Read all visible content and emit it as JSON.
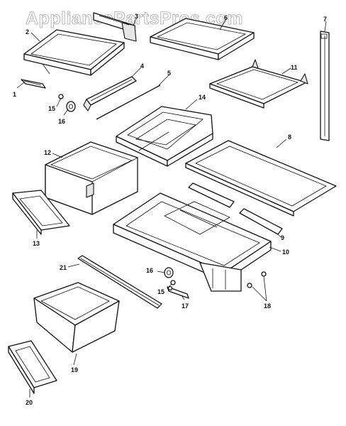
{
  "watermark": "AppliancePartsPros.com",
  "callouts": [
    {
      "id": "c1",
      "text": "1"
    },
    {
      "id": "c2",
      "text": "2"
    },
    {
      "id": "c3",
      "text": "3"
    },
    {
      "id": "c4",
      "text": "4"
    },
    {
      "id": "c5",
      "text": "5"
    },
    {
      "id": "c6",
      "text": "6"
    },
    {
      "id": "c7",
      "text": "7"
    },
    {
      "id": "c8",
      "text": "8"
    },
    {
      "id": "c9",
      "text": "9"
    },
    {
      "id": "c10",
      "text": "10"
    },
    {
      "id": "c11",
      "text": "11"
    },
    {
      "id": "c12",
      "text": "12"
    },
    {
      "id": "c13",
      "text": "13"
    },
    {
      "id": "c14",
      "text": "14"
    },
    {
      "id": "c15a",
      "text": "15"
    },
    {
      "id": "c16a",
      "text": "16"
    },
    {
      "id": "c15b",
      "text": "15"
    },
    {
      "id": "c16b",
      "text": "16"
    },
    {
      "id": "c17",
      "text": "17"
    },
    {
      "id": "c18",
      "text": "18"
    },
    {
      "id": "c19",
      "text": "19"
    },
    {
      "id": "c20",
      "text": "20"
    },
    {
      "id": "c21",
      "text": "21"
    }
  ]
}
